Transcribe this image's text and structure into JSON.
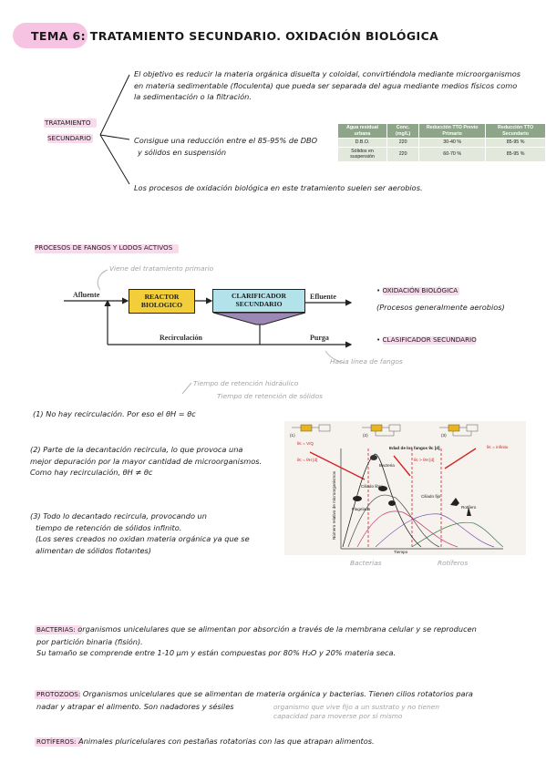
{
  "title": "TEMA 6: TRATAMIENTO SECUNDARIO. OXIDACIÓN BIOLÓGICA",
  "intro": {
    "label_line1": "TRATAMIENTO",
    "label_line2": "SECUNDARIO",
    "bullet1_lines": [
      "El objetivo es reducir la materia orgánica disuelta y coloidal, convirtiéndola mediante microorganismos",
      "en materia sedimentable (floculenta) que pueda ser separada del agua mediante medios físicos como",
      "la sedimentación o la filtración."
    ],
    "bullet2_lines": [
      "Consigue una reducción entre el 85-95% de DBO",
      "y sólidos en suspensión"
    ],
    "bullet3": "Los procesos de oxidación biológica en este tratamiento suelen ser aerobios."
  },
  "table": {
    "headers": [
      "Agua residual urbana",
      "Conc. (mg/L)",
      "Reducción TTO Previo Primario",
      "Reducción TTO Secundario"
    ],
    "rows": [
      [
        "D.B.O.",
        "220",
        "30-40 %",
        "85-95 %"
      ],
      [
        "Sólidos en suspensión",
        "220",
        "60-70 %",
        "85-95 %"
      ]
    ]
  },
  "section2": {
    "heading": "PROCESOS DE FANGOS Y LODOS ACTIVOS",
    "note_top": "Viene del tratamiento primario",
    "note_bottom": "Hacia línea de fangos",
    "diagram": {
      "afluente": "Afluente",
      "reactor_line1": "REACTOR",
      "reactor_line2": "BIOLOGICO",
      "clarificador_line1": "CLARIFICADOR",
      "clarificador_line2": "SECUNDARIO",
      "efluente": "Efluente",
      "recirculacion": "Recirculación",
      "purga": "Purga"
    },
    "right_bullets": {
      "b1": "OXIDACIÓN BIOLÓGICA",
      "b1_sub": "(Procesos generalmente aerobios)",
      "b2": "CLASIFICADOR SECUNDARIO"
    }
  },
  "section3": {
    "note1": "Tiempo de retención hidráulico",
    "note2": "Tiempo de retención de sólidos",
    "item1": "(1) No hay recirculación. Por eso el θH = θc",
    "item2_lines": [
      "(2) Parte de la decantación recircula, lo que provoca una",
      "mejor depuración por la mayor cantidad de microorganismos.",
      "Como hay recirculación, θH ≠ θc"
    ],
    "item3_lines": [
      "(3) Todo lo decantado recircula, provocando un",
      "tiempo de retención de sólidos infinito.",
      "(Los seres creados no oxidan materia orgánica ya que se",
      "alimentan de sólidos flotantes)"
    ],
    "figure": {
      "label1": "(1)",
      "label2": "(2)",
      "label3": "(3)",
      "theta_vq": "θc = V/Q",
      "theta_eq": "θc = θH [d]",
      "edad": "Edad de los fangos θc [d]",
      "theta_gt": "θc > θH [d]",
      "theta_inf": "θc = infinito",
      "y_axis": "Número relativo de microorganismos",
      "x_axis": "Tiempo",
      "bacteria": "Bacteria",
      "ciliado_libre": "Ciliado libre",
      "flagelado": "Flagelado",
      "ciliado_fijo": "Ciliado fijo",
      "rotifero": "Rotífero",
      "bacteria_lbl": "Bacterias",
      "rotiferos_lbl": "Rotíferos"
    }
  },
  "defs": {
    "bact_term": "BACTERIAS:",
    "bact_lines": [
      "organismos unicelulares que se alimentan por absorción a través de la membrana celular y se reproducen",
      "por partición binaria (fisión).",
      "Su tamaño se comprende entre 1-10 µm y están compuestas por 80% H₂O y 20% materia seca."
    ],
    "proto_term": "PROTOZOOS:",
    "proto_lines": [
      "Organismos unicelulares que se alimentan de materia orgánica y bacterias. Tienen cilios rotatorios para",
      "nadar y atrapar el alimento. Son nadadores y sésiles"
    ],
    "proto_note_lines": [
      "organismo que vive fijo a un sustrato y no tienen",
      "capacidad para moverse por sí mismo"
    ],
    "roti_term": "ROTÍFEROS:",
    "roti_text": "Animales pluricelulares con pestañas rotatorias con las que atrapan alimentos."
  }
}
